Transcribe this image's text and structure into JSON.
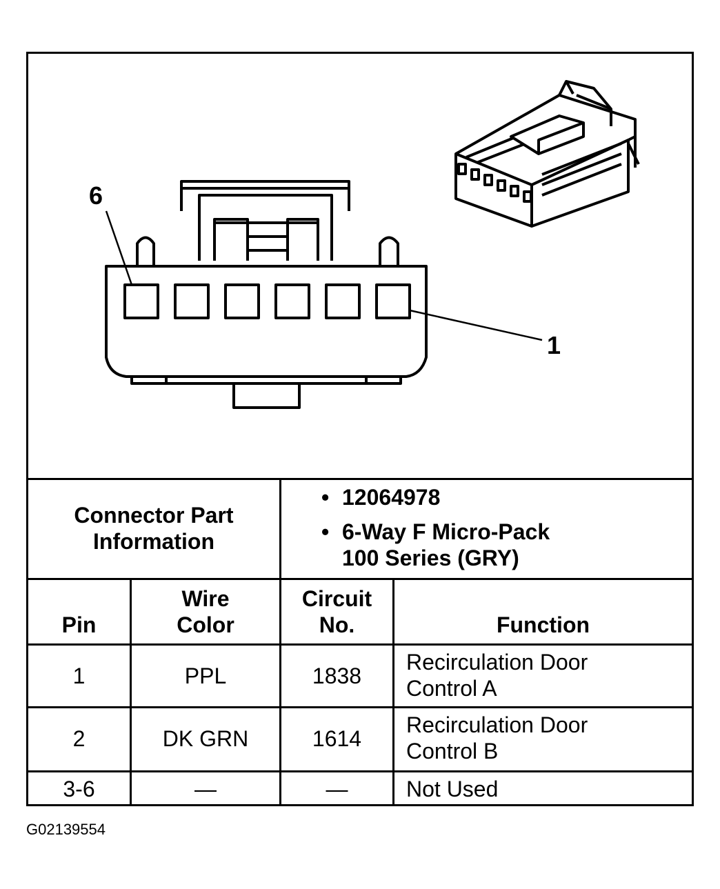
{
  "diagram": {
    "pin_label_left": "6",
    "pin_label_right": "1"
  },
  "part_info": {
    "label_line1": "Connector Part",
    "label_line2": "Information",
    "bullets": [
      {
        "line1": "12064978"
      },
      {
        "line1": "6-Way F Micro-Pack",
        "line2": "100 Series (GRY)"
      }
    ]
  },
  "table": {
    "headers": {
      "pin": "Pin",
      "wire_color_1": "Wire",
      "wire_color_2": "Color",
      "circuit_1": "Circuit",
      "circuit_2": "No.",
      "function": "Function"
    },
    "rows": [
      {
        "pin": "1",
        "wire_color": "PPL",
        "circuit": "1838",
        "function_1": "Recirculation Door",
        "function_2": "Control A"
      },
      {
        "pin": "2",
        "wire_color": "DK GRN",
        "circuit": "1614",
        "function_1": "Recirculation Door",
        "function_2": "Control B"
      },
      {
        "pin": "3-6",
        "wire_color": "—",
        "circuit": "—",
        "function_1": "Not Used",
        "function_2": ""
      }
    ]
  },
  "figure_id": "G02139554"
}
